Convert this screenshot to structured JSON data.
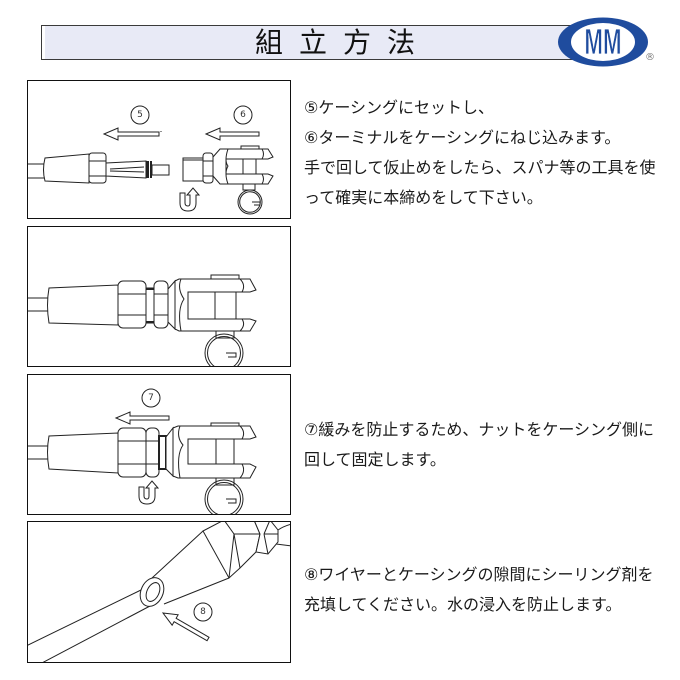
{
  "header": {
    "title": "組立方法",
    "logo_text": "MM",
    "registered_mark": "®"
  },
  "colors": {
    "brand_blue": "#1f4c9e",
    "header_bg": "#e8eaf6",
    "line": "#222222"
  },
  "steps": [
    {
      "illustration": "step-5-6-insert-and-screw",
      "labels": [
        "5",
        "6"
      ],
      "text_lines": [
        "⑤ケーシングにセットし、",
        "⑥ターミナルをケーシングにねじ込みます。",
        "手で回して仮止めをしたら、スパナ等の工具を使",
        "って確実に本締めをして下さい。"
      ]
    },
    {
      "illustration": "assembled-terminal",
      "labels": [],
      "text_lines": []
    },
    {
      "illustration": "step-7-lock-nut",
      "labels": [
        "7"
      ],
      "text_lines": [
        "⑦緩みを防止するため、ナットをケーシング側に",
        "回して固定します。"
      ]
    },
    {
      "illustration": "step-8-sealant",
      "labels": [
        "8"
      ],
      "text_lines": [
        "⑧ワイヤーとケーシングの隙間にシーリング剤を",
        "充填してください。水の浸入を防止します。"
      ]
    }
  ]
}
